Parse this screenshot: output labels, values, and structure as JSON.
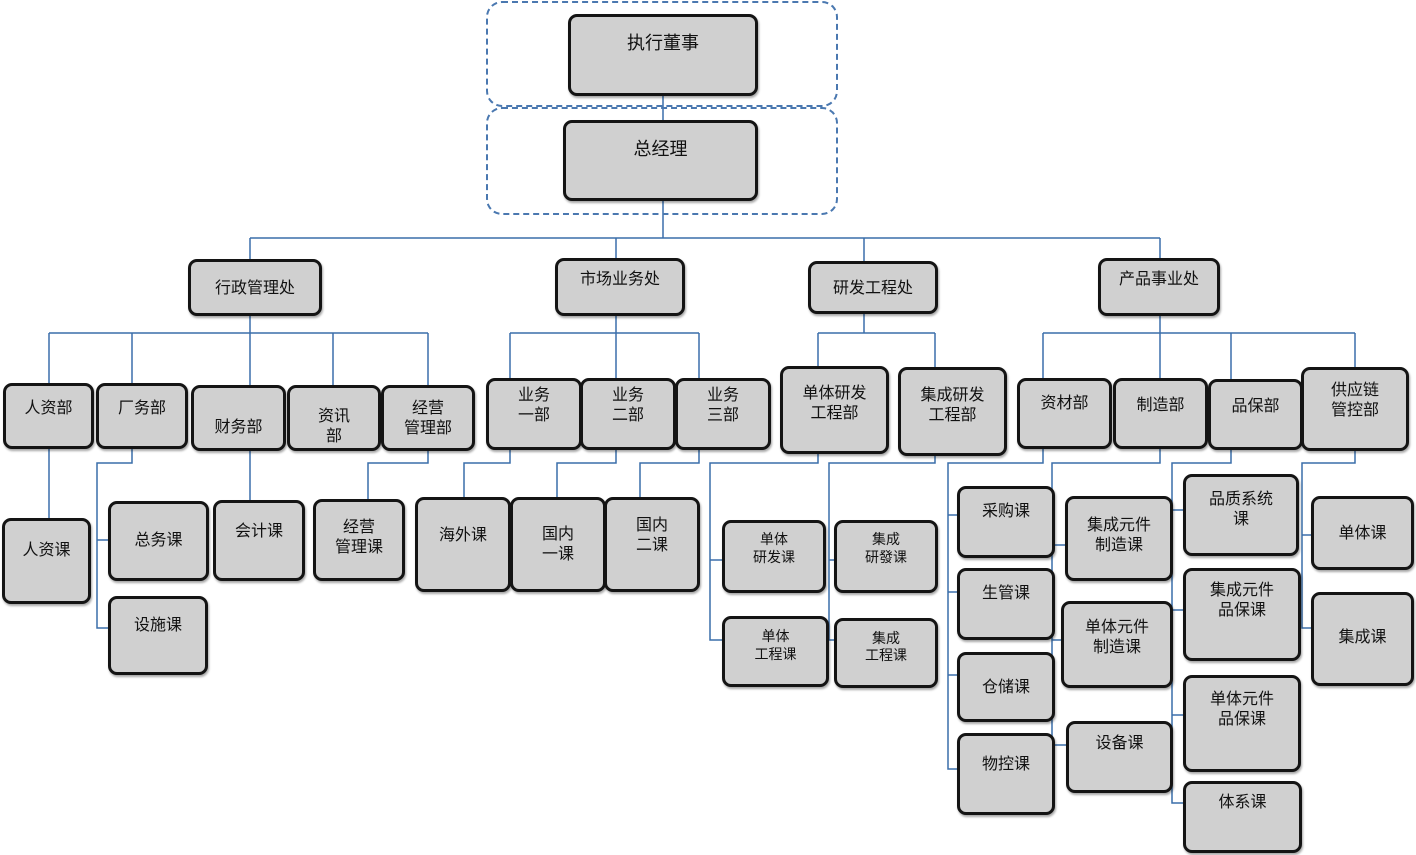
{
  "executive": "执行董事",
  "gm": "总经理",
  "divisions": {
    "admin": "行政管理处",
    "market": "市场业务处",
    "rd": "研发工程处",
    "product": "产品事业处"
  },
  "admin_depts": {
    "hr": "人资部",
    "factory": "厂务部",
    "finance": "财务部",
    "it": "资讯\n部",
    "mgmt": "经营\n管理部"
  },
  "admin_sections": {
    "hr": "人资课",
    "general": "总务课",
    "facility": "设施课",
    "accounting": "会计课",
    "mgmt": "经营\n管理课"
  },
  "market_depts": {
    "biz1": "业务\n一部",
    "biz2": "业务\n二部",
    "biz3": "业务\n三部"
  },
  "market_sections": {
    "overseas": "海外课",
    "domestic1": "国内\n一课",
    "domestic2": "国内\n二课"
  },
  "rd_depts": {
    "single": "单体研发\n工程部",
    "integ": "集成研发\n工程部"
  },
  "rd_sections": {
    "single_rd": "单体\n研发课",
    "integ_rd": "集成\n研發课",
    "single_eng": "单体\n工程课",
    "integ_eng": "集成\n工程课"
  },
  "product_depts": {
    "material": "资材部",
    "mfg": "制造部",
    "qa": "品保部",
    "supply": "供应链\n管控部"
  },
  "product_sections": {
    "purchase": "采购课",
    "prodctl": "生管课",
    "warehouse": "仓储课",
    "matctl": "物控课",
    "integ_mfg": "集成元件\n制造课",
    "single_mfg": "单体元件\n制造课",
    "equipment": "设备课",
    "quality_sys": "品质系统\n课",
    "integ_qa": "集成元件\n品保课",
    "single_qa": "单体元件\n品保课",
    "system": "体系课",
    "single": "单体课",
    "integ": "集成课"
  },
  "colors": {
    "line": "#3a6eaa",
    "node_fill": "#d0d0d0",
    "node_border": "#141414",
    "dash": "#4a78b0"
  }
}
